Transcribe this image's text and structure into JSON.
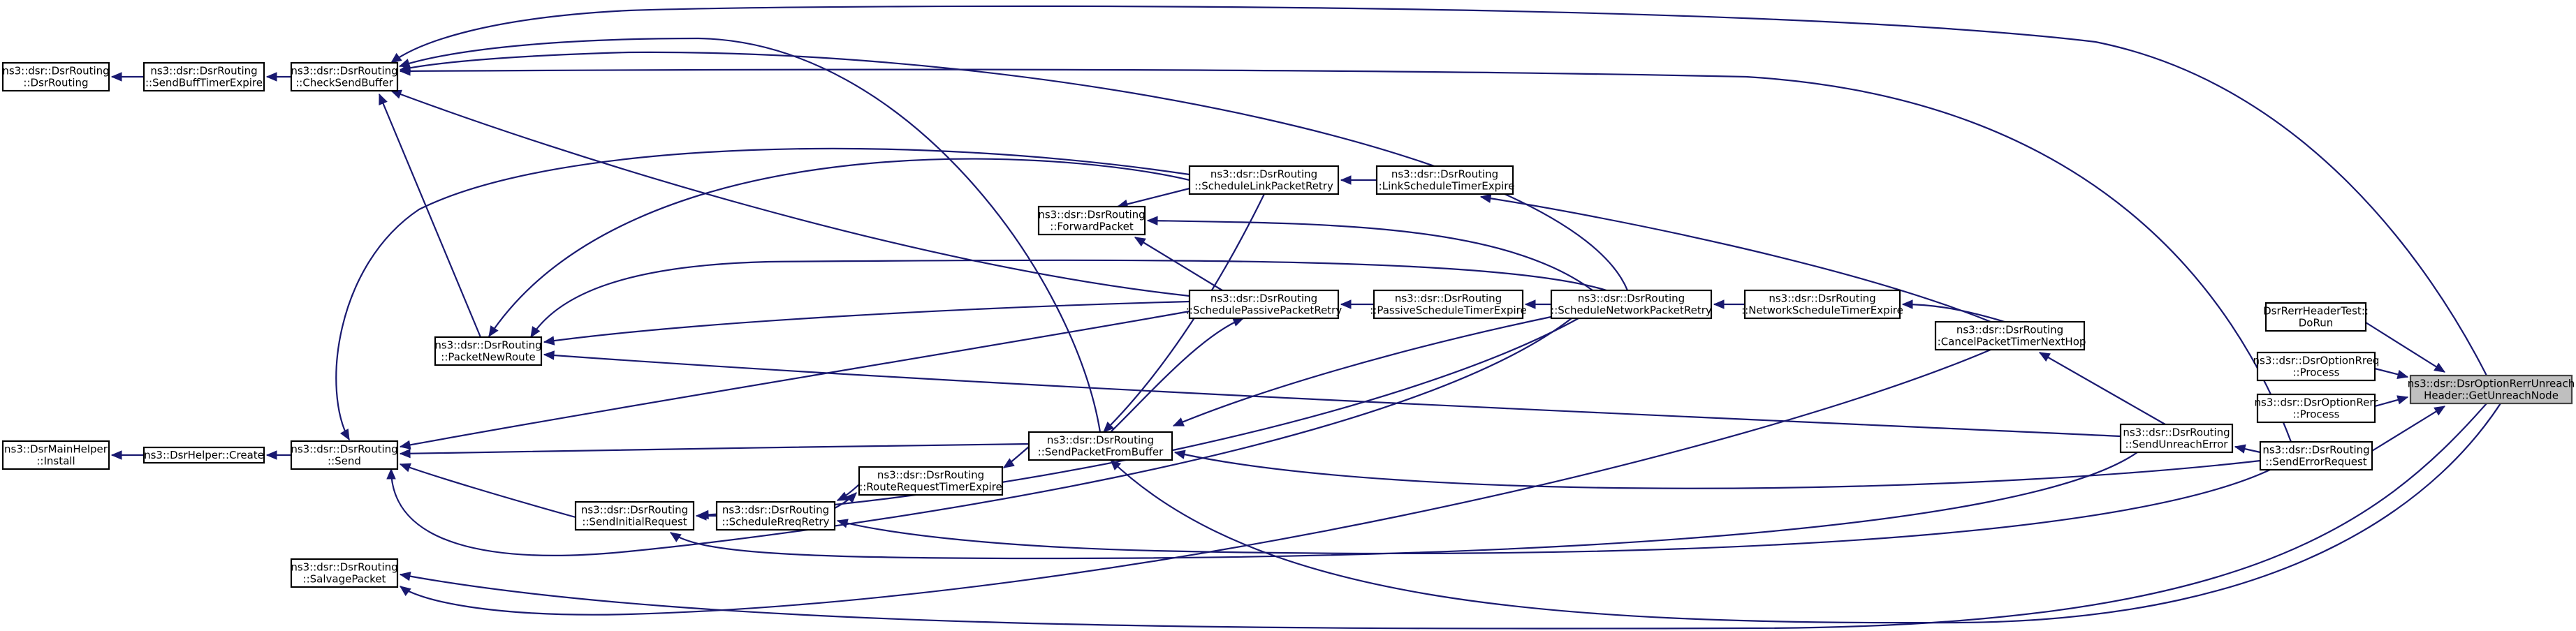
{
  "diagram": {
    "nodes": [
      {
        "id": "dsrrouting_ctor",
        "lines": [
          "ns3::dsr::DsrRouting",
          "::DsrRouting"
        ]
      },
      {
        "id": "sendbufftimerexpire",
        "lines": [
          "ns3::dsr::DsrRouting",
          "::SendBuffTimerExpire"
        ]
      },
      {
        "id": "checksendbuffer",
        "lines": [
          "ns3::dsr::DsrRouting",
          "::CheckSendBuffer"
        ]
      },
      {
        "id": "packetnewroute",
        "lines": [
          "ns3::dsr::DsrRouting",
          "::PacketNewRoute"
        ]
      },
      {
        "id": "dsrmainhelper_install",
        "lines": [
          "ns3::DsrMainHelper",
          "::Install"
        ]
      },
      {
        "id": "dsrhelper_create",
        "lines": [
          "ns3::DsrHelper::Create"
        ]
      },
      {
        "id": "send",
        "lines": [
          "ns3::dsr::DsrRouting",
          "::Send"
        ]
      },
      {
        "id": "salvagepacket",
        "lines": [
          "ns3::dsr::DsrRouting",
          "::SalvagePacket"
        ]
      },
      {
        "id": "sendinitialrequest",
        "lines": [
          "ns3::dsr::DsrRouting",
          "::SendInitialRequest"
        ]
      },
      {
        "id": "schedulereqretry",
        "lines": [
          "ns3::dsr::DsrRouting",
          "::ScheduleRreqRetry"
        ]
      },
      {
        "id": "routerequesttimerexpire",
        "lines": [
          "ns3::dsr::DsrRouting",
          "::RouteRequestTimerExpire"
        ]
      },
      {
        "id": "sendpacketfrombuffer",
        "lines": [
          "ns3::dsr::DsrRouting",
          "::SendPacketFromBuffer"
        ]
      },
      {
        "id": "forwardpacket",
        "lines": [
          "ns3::dsr::DsrRouting",
          "::ForwardPacket"
        ]
      },
      {
        "id": "schedulelinkpacketretry",
        "lines": [
          "ns3::dsr::DsrRouting",
          "::ScheduleLinkPacketRetry"
        ]
      },
      {
        "id": "schedulepassivepacketretry",
        "lines": [
          "ns3::dsr::DsrRouting",
          "::SchedulePassivePacketRetry"
        ]
      },
      {
        "id": "linkscheduletimerexpire",
        "lines": [
          "ns3::dsr::DsrRouting",
          "::LinkScheduleTimerExpire"
        ]
      },
      {
        "id": "passivescheduletimerexpire",
        "lines": [
          "ns3::dsr::DsrRouting",
          "::PassiveScheduleTimerExpire"
        ]
      },
      {
        "id": "schedulenetworkpacketretry",
        "lines": [
          "ns3::dsr::DsrRouting",
          "::ScheduleNetworkPacketRetry"
        ]
      },
      {
        "id": "networkscheduletimerexpire",
        "lines": [
          "ns3::dsr::DsrRouting",
          "::NetworkScheduleTimerExpire"
        ]
      },
      {
        "id": "cancelpackettimernexthop",
        "lines": [
          "ns3::dsr::DsrRouting",
          "::CancelPacketTimerNextHop"
        ]
      },
      {
        "id": "sendunreacherror",
        "lines": [
          "ns3::dsr::DsrRouting",
          "::SendUnreachError"
        ]
      },
      {
        "id": "senderrorrequest",
        "lines": [
          "ns3::dsr::DsrRouting",
          "::SendErrorRequest"
        ]
      },
      {
        "id": "dsrrerrheadertest_dorun",
        "lines": [
          "DsrRerrHeaderTest::",
          "DoRun"
        ]
      },
      {
        "id": "dsroptionrreq_process",
        "lines": [
          "ns3::dsr::DsrOptionRreq",
          "::Process"
        ]
      },
      {
        "id": "dsroptionrerr_process",
        "lines": [
          "ns3::dsr::DsrOptionRerr",
          "::Process"
        ]
      },
      {
        "id": "focus",
        "lines": [
          "ns3::dsr::DsrOptionRerrUnreach",
          "Header::GetUnreachNode"
        ],
        "focus": true
      }
    ]
  }
}
